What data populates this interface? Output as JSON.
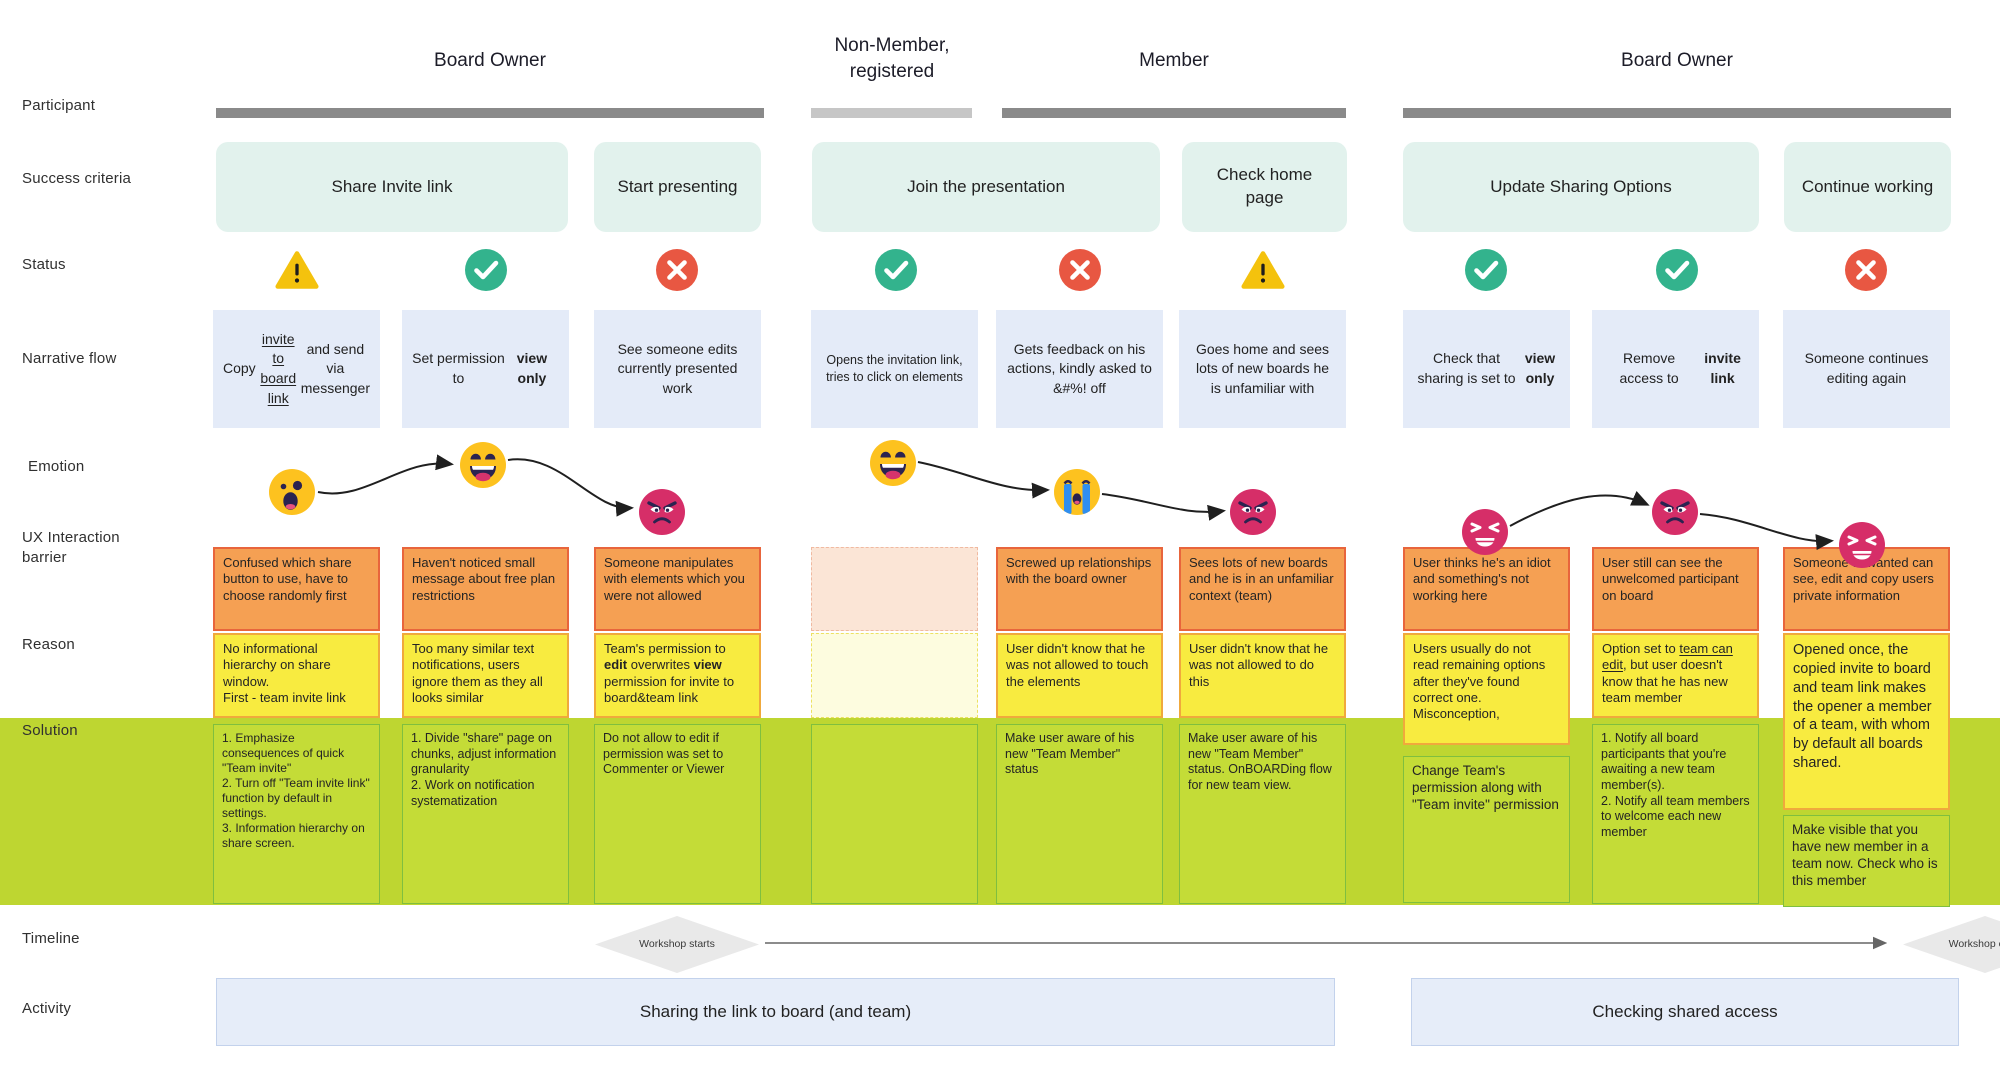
{
  "rows": {
    "participant": "Participant",
    "success_criteria": "Success criteria",
    "status": "Status",
    "narrative_flow": "Narrative flow",
    "emotion": "Emotion",
    "ux_barrier": "UX Interaction barrier",
    "reason": "Reason",
    "solution": "Solution",
    "timeline": "Timeline",
    "activity": "Activity"
  },
  "participants": [
    {
      "label": "Board Owner"
    },
    {
      "label": "Non-Member, registered"
    },
    {
      "label": "Member"
    },
    {
      "label": "Board Owner"
    }
  ],
  "success_criteria": [
    "Share Invite link",
    "Start presenting",
    "Join the presentation",
    "Check home page",
    "Update Sharing Options",
    "Continue working"
  ],
  "status_icons": [
    "warning",
    "ok",
    "fail",
    "ok",
    "fail",
    "warning",
    "ok",
    "ok",
    "fail"
  ],
  "narrative": [
    "Copy __invite to board link__ and send via messenger",
    "Set permission to **view only**",
    "See someone edits currently presented work",
    "Opens the invitation link, tries to click on elements",
    "Gets feedback on his actions, kindly asked to &#%! off",
    "Goes home and sees lots of new boards he is unfamiliar with",
    "Check that sharing is set to **view only**",
    "Remove access to **invite link**",
    "Someone continues editing again"
  ],
  "emotions": [
    "shocked",
    "laughing",
    "angry",
    "laughing",
    "crying",
    "angry",
    "rage",
    "angry",
    "rage"
  ],
  "ux_barriers": [
    "Confused which share button to use, have to choose randomly first",
    "Haven't noticed small message about free plan restrictions",
    "Someone manipulates with elements which you were not allowed",
    "",
    "Screwed up relationships with the board owner",
    "Sees lots of new boards and he is in an unfamiliar context (team)",
    "User thinks he's an idiot and something's not working here",
    "User still can see the unwelcomed participant on board",
    "Someone unwanted can see, edit and copy users private information"
  ],
  "reasons": [
    "No informational hierarchy on share window.\nFirst - team invite link",
    "Too many similar text notifications, users ignore them as they all looks similar",
    "Team's permission to **edit** overwrites **view** permission for invite to board&team link",
    "",
    "User didn't know that he was not allowed to touch the elements",
    "User didn't know that he was not allowed to do this",
    "Users usually do not read remaining options after they've found correct one. Misconception,",
    "Option set to __team can edit__, but user doesn't know that he has new team member",
    "Opened once, the copied invite to board and team link makes the opener a member of a team, with whom by default all boards shared."
  ],
  "solutions": [
    "1. Emphasize consequences of quick \"Team invite\"\n2. Turn off \"Team invite link\" function by default in settings.\n3. Information hierarchy on share screen.",
    "1. Divide \"share\" page on chunks, adjust information granularity\n2. Work on notification systematization",
    "Do not allow to edit if permission was set to Commenter or Viewer",
    "",
    "Make user aware of his new \"Team Member\" status",
    "Make user aware of his new \"Team Member\" status. OnBOARDing flow for new team view.",
    "Change Team's permission along with \"Team invite\" permission",
    "1. Notify all board participants that you're awaiting a new team member(s).\n2. Notify all team members to welcome each new member",
    "Make visible that you have new member in a team now. Check who is this member"
  ],
  "timeline": {
    "start": "Workshop starts",
    "end": "Workshop ends"
  },
  "activities": [
    "Sharing the link to board (and team)",
    "Checking shared access"
  ],
  "colors": {
    "status_ok": "#33B38D",
    "status_fail": "#E85742",
    "status_warning": "#F4C20D",
    "sticky_orange": "#F5A053",
    "sticky_orange_border": "#E8653C",
    "sticky_yellow": "#F8EB40",
    "sticky_yellow_border": "#F0A93C",
    "solution_band_green": "#BED631",
    "solution_sticky_green": "#C4DC37",
    "narrative_card_blue": "#E4EBF8",
    "success_card_mint": "#E2F2ED",
    "activity_card_blue": "#E6EDF9",
    "participant_bar_dark": "#8A8A8A",
    "participant_bar_light": "#C6C6C6",
    "emoji_yellow": "#FDC21F",
    "emoji_pink": "#D62E68"
  }
}
